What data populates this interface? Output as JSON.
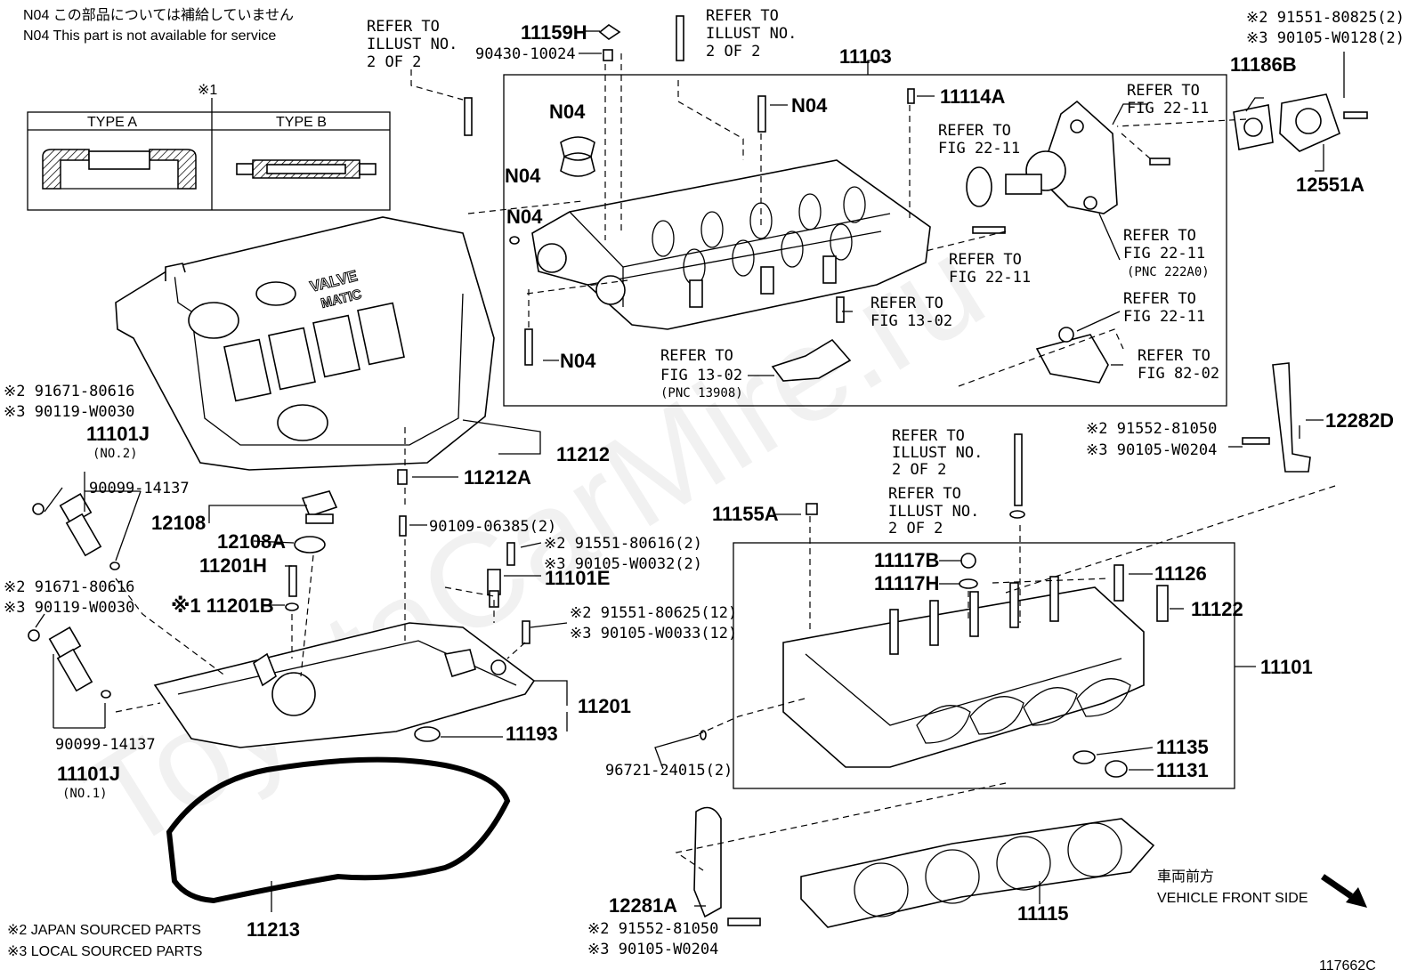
{
  "notes": {
    "n04_jp": "N04 この部品については補給していません",
    "n04_en": "N04 This part is not available for service",
    "japan": "※2 JAPAN SOURCED PARTS",
    "local": "※3 LOCAL SOURCED PARTS",
    "front_jp": "車両前方",
    "front_en": "VEHICLE FRONT SIDE",
    "illust": "117662C",
    "type_star": "※1"
  },
  "type_table": {
    "a": "TYPE A",
    "b": "TYPE B"
  },
  "cover_text": {
    "l1": "VALVE",
    "l2": "MATIC"
  },
  "watermark": "ToyotaCarMire.ru",
  "refer": {
    "illust_top_left": [
      "REFER TO",
      "ILLUST NO.",
      "2 OF 2"
    ],
    "illust_top_mid": [
      "REFER TO",
      "ILLUST NO.",
      "2 OF 2"
    ],
    "fig2211_a": [
      "REFER TO",
      "FIG 22-11"
    ],
    "fig2211_b": [
      "REFER TO",
      "FIG 22-11"
    ],
    "fig2211_c": [
      "REFER TO",
      "FIG 22-11"
    ],
    "fig2211_pnc": [
      "REFER TO",
      "FIG 22-11",
      "(PNC 222A0)"
    ],
    "fig2211_d": [
      "REFER TO",
      "FIG 22-11"
    ],
    "fig1302_a": [
      "REFER TO",
      "FIG 13-02"
    ],
    "fig1302_pnc": [
      "REFER TO",
      "FIG 13-02",
      "(PNC 13908)"
    ],
    "fig8202": [
      "REFER TO",
      "FIG 82-02"
    ],
    "illust_mid_1": [
      "REFER TO",
      "ILLUST NO.",
      "2 OF 2"
    ],
    "illust_mid_2": [
      "REFER TO",
      "ILLUST NO.",
      "2 OF 2"
    ]
  },
  "parts": {
    "p11103": "11103",
    "p11159H": "11159H",
    "p90430": "90430-10024",
    "p11114A": "11114A",
    "n04_a": "N04",
    "n04_b": "N04",
    "n04_c": "N04",
    "n04_d": "N04",
    "n04_e": "N04",
    "p11186B": "11186B",
    "p12551A": "12551A",
    "s2_91551_80825": "※2 91551-80825(2)",
    "s3_90105_W0128": "※3 90105-W0128(2)",
    "s2_91671_a": "※2 91671-80616",
    "s3_90119_a": "※3 90119-W0030",
    "p11101J_2": "11101J",
    "no2": "(NO.2)",
    "p90099_a": "90099-14137",
    "p11212": "11212",
    "p11212A": "11212A",
    "p90109": "90109-06385(2)",
    "p12108": "12108",
    "p12108A": "12108A",
    "p11201H": "11201H",
    "p11201B": "※1 11201B",
    "s2_91551_80616": "※2 91551-80616(2)",
    "s3_90105_W0032": "※3 90105-W0032(2)",
    "p11101E": "11101E",
    "s2_91551_80625": "※2 91551-80625(12)",
    "s3_90105_W0033": "※3 90105-W0033(12)",
    "s2_91671_b": "※2 91671-80616",
    "s3_90119_b": "※3 90119-W0030",
    "p90099_b": "90099-14137",
    "p11101J_1": "11101J",
    "no1": "(NO.1)",
    "p11201": "11201",
    "p11193": "11193",
    "p11213": "11213",
    "s2_91552_a": "※2 91552-81050",
    "s3_90105_W0204_a": "※3 90105-W0204",
    "p12282D": "12282D",
    "p11155A": "11155A",
    "p11117B": "11117B",
    "p11117H": "11117H",
    "p11126": "11126",
    "p11122": "11122",
    "p11101": "11101",
    "p96721": "96721-24015(2)",
    "p11135": "11135",
    "p11131": "11131",
    "p12281A": "12281A",
    "s2_91552_b": "※2 91552-81050",
    "s3_90105_W0204_b": "※3 90105-W0204",
    "p11115": "11115"
  }
}
